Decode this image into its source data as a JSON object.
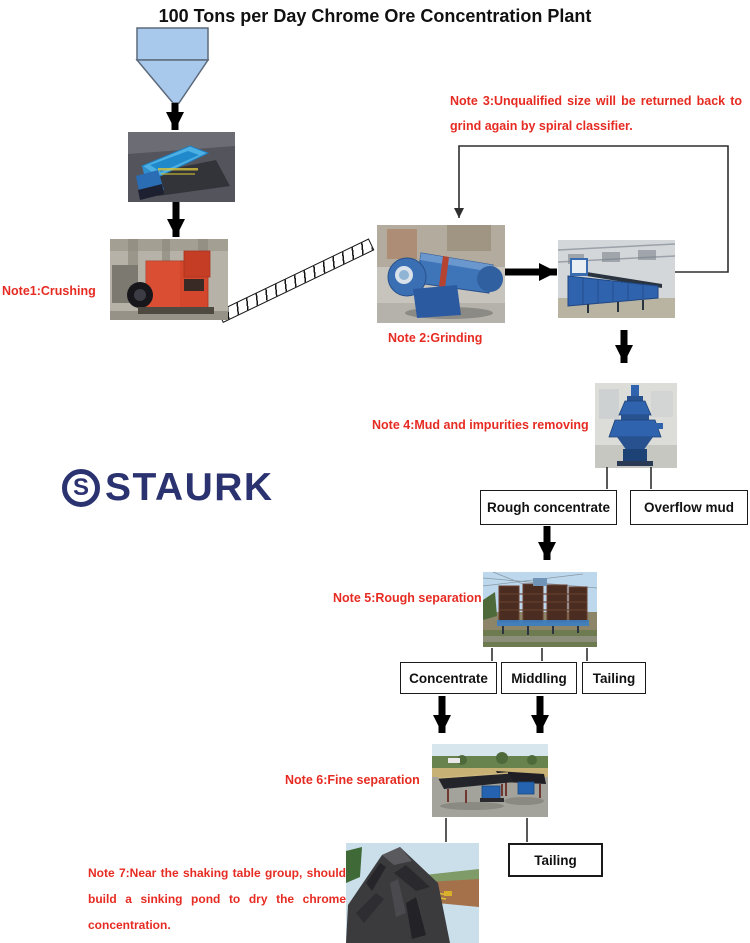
{
  "title": "100 Tons per Day Chrome Ore Concentration Plant",
  "logo": {
    "mark": "S",
    "text": "STAURK"
  },
  "notes": {
    "note1": "Note1:Crushing",
    "note2": "Note 2:Grinding",
    "note3_lines": [
      "Note 3:Unqualified size will be returned back to",
      "grind again by spiral classifier."
    ],
    "note4": "Note 4:Mud and impurities removing",
    "note5": "Note 5:Rough separation",
    "note6": "Note 6:Fine separation",
    "note7_lines": [
      "Note 7:Near the shaking table group, should",
      "build a sinking pond to dry the chrome",
      "concentration."
    ]
  },
  "boxes": {
    "rough_concentrate": "Rough concentrate",
    "overflow_mud": "Overflow mud",
    "concentrate": "Concentrate",
    "middling": "Middling",
    "tailing": "Tailing",
    "tailing_bottom": "Tailing"
  },
  "colors": {
    "note_red": "#e62b22",
    "logo_navy": "#2b3270",
    "hopper_blue": "#a9c9ec",
    "arrow_black": "#000000"
  }
}
